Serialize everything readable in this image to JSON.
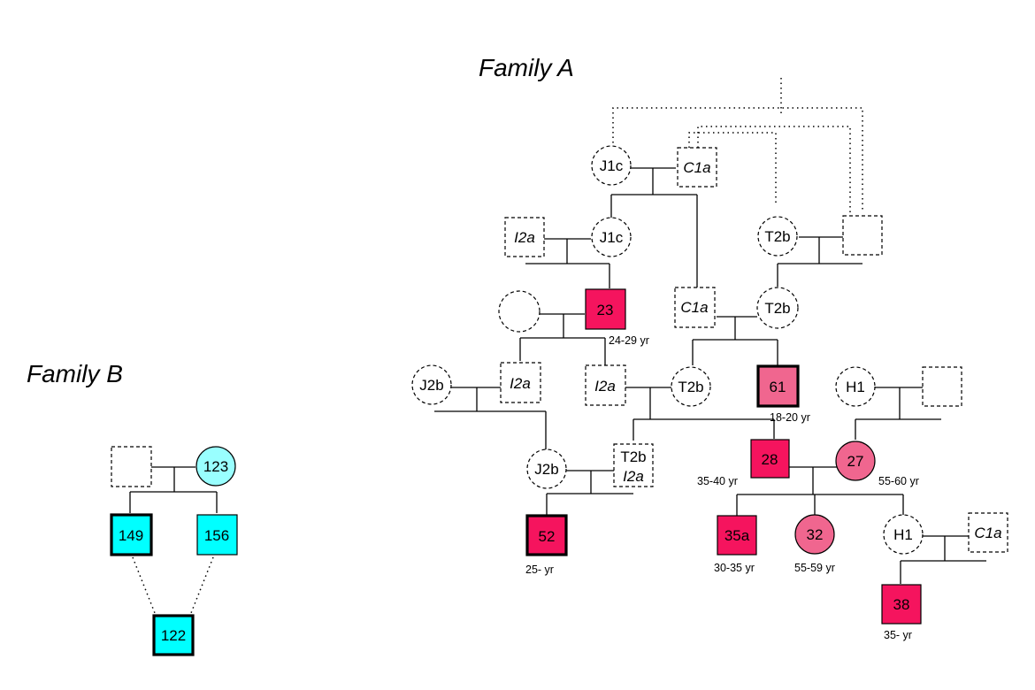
{
  "family_a": {
    "title": "Family A"
  },
  "family_b": {
    "title": "Family B"
  },
  "colors": {
    "affected_dark": "#f5145e",
    "affected_light": "#f0668f",
    "family_b": "#00ffff",
    "family_b_light": "#99ffff",
    "outline": "#000000",
    "background": "#ffffff"
  },
  "individuals": {
    "a_j1c_top": {
      "label": "J1c",
      "sex": "female",
      "status": "unsampled"
    },
    "a_c1a_top": {
      "label": "C1a",
      "sex": "male",
      "status": "unsampled"
    },
    "a_i2a_gen2": {
      "label": "I2a",
      "sex": "male",
      "status": "unsampled"
    },
    "a_j1c_gen2": {
      "label": "J1c",
      "sex": "female",
      "status": "unsampled"
    },
    "a_t2b_gen2": {
      "label": "T2b",
      "sex": "female",
      "status": "unsampled"
    },
    "a_male_gen2_right": {
      "label": "",
      "sex": "male",
      "status": "unsampled"
    },
    "a_female_gen3": {
      "label": "",
      "sex": "female",
      "status": "unsampled"
    },
    "a_ind23": {
      "label": "23",
      "age": "24-29 yr",
      "sex": "male",
      "status": "affected"
    },
    "a_c1a_gen3": {
      "label": "C1a",
      "sex": "male",
      "status": "unsampled"
    },
    "a_t2b_gen3": {
      "label": "T2b",
      "sex": "female",
      "status": "unsampled"
    },
    "a_j2b_gen4": {
      "label": "J2b",
      "sex": "female",
      "status": "unsampled"
    },
    "a_i2a_gen4_left": {
      "label": "I2a",
      "sex": "male",
      "status": "unsampled"
    },
    "a_i2a_gen4_right": {
      "label": "I2a",
      "sex": "male",
      "status": "unsampled"
    },
    "a_t2b_gen4": {
      "label": "T2b",
      "sex": "female",
      "status": "unsampled"
    },
    "a_ind61": {
      "label": "61",
      "age": "18-20 yr",
      "sex": "male",
      "status": "affected"
    },
    "a_h1_gen4": {
      "label": "H1",
      "sex": "female",
      "status": "unsampled"
    },
    "a_male_gen4_right": {
      "label": "",
      "sex": "male",
      "status": "unsampled"
    },
    "a_j2b_gen5": {
      "label": "J2b",
      "sex": "female",
      "status": "unsampled"
    },
    "a_t2b_i2a_gen5": {
      "label_top": "T2b",
      "label_bottom": "I2a",
      "sex": "male",
      "status": "unsampled"
    },
    "a_ind28": {
      "label": "28",
      "age": "35-40 yr",
      "sex": "male",
      "status": "affected"
    },
    "a_ind27": {
      "label": "27",
      "age": "55-60 yr",
      "sex": "female",
      "status": "affected"
    },
    "a_ind52": {
      "label": "52",
      "age": "25- yr",
      "sex": "male",
      "status": "affected"
    },
    "a_ind35a": {
      "label": "35a",
      "age": "30-35 yr",
      "sex": "male",
      "status": "affected"
    },
    "a_ind32": {
      "label": "32",
      "age": "55-59 yr",
      "sex": "female",
      "status": "affected"
    },
    "a_h1_gen6": {
      "label": "H1",
      "sex": "female",
      "status": "unsampled"
    },
    "a_c1a_gen6": {
      "label": "C1a",
      "sex": "male",
      "status": "unsampled"
    },
    "a_ind38": {
      "label": "38",
      "age": "35- yr",
      "sex": "male",
      "status": "affected"
    },
    "b_father": {
      "label": "",
      "sex": "male",
      "status": "unsampled"
    },
    "b_ind123": {
      "label": "123",
      "sex": "female",
      "status": "affected"
    },
    "b_ind149": {
      "label": "149",
      "sex": "male",
      "status": "affected"
    },
    "b_ind156": {
      "label": "156",
      "sex": "male",
      "status": "affected"
    },
    "b_ind122": {
      "label": "122",
      "sex": "male",
      "status": "affected"
    }
  }
}
